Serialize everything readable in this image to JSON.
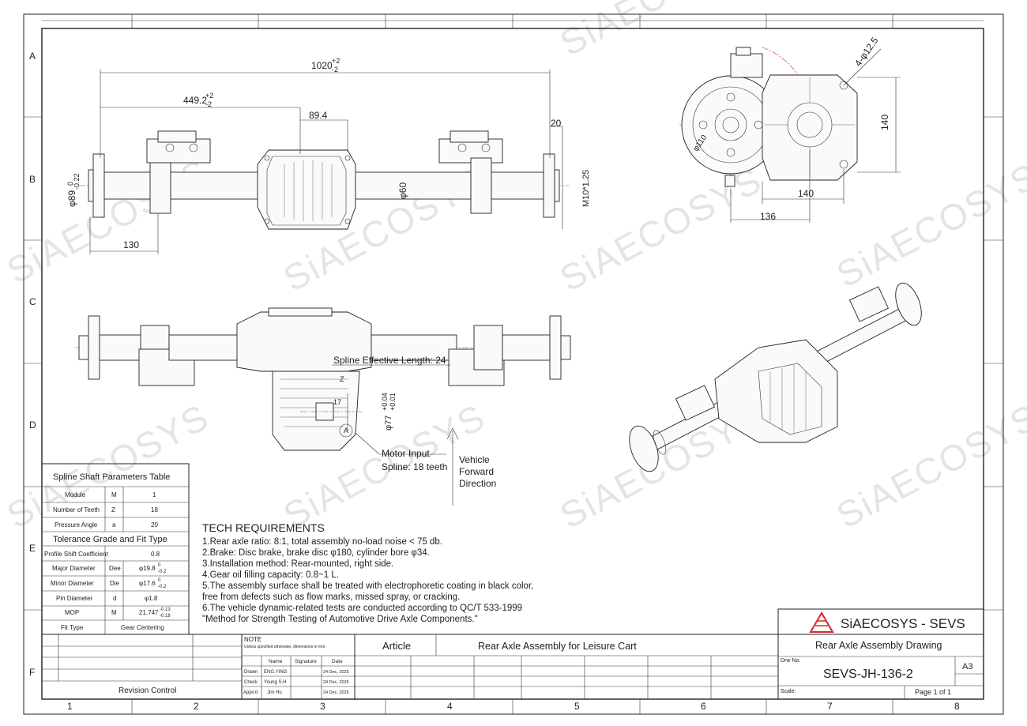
{
  "watermark": "SiAECOSYS",
  "grid": {
    "columns": [
      "1",
      "2",
      "3",
      "4",
      "5",
      "6",
      "7",
      "8"
    ],
    "rows": [
      "A",
      "B",
      "C",
      "D",
      "E",
      "F"
    ]
  },
  "front_view_dims": {
    "overall": "1020",
    "overall_tol_upper": "+2",
    "overall_tol_lower": "-2",
    "half": "449.2",
    "half_tol_upper": "+2",
    "half_tol_lower": "-2",
    "housing": "89.4",
    "flange": "20",
    "hub_dia": "φ89",
    "hub_tol_upper": "0",
    "hub_tol_lower": "-0.22",
    "tube_dia": "φ60",
    "thread": "M10*1.25",
    "hub_len": "130"
  },
  "side_view_dims": {
    "holes": "4-φ12.5",
    "height": "140",
    "width": "140",
    "offset": "136",
    "bore": "φ110"
  },
  "lower_view": {
    "spline_length": "Spline Effective Length: 24",
    "motor_dia": "φ77",
    "motor_tol_upper": "+0.04",
    "motor_tol_lower": "+0.01",
    "detail_label": "A",
    "motor_input_1": "Motor Input",
    "motor_input_2": "Spline: 18 teeth",
    "direction_1": "Vehicle",
    "direction_2": "Forward",
    "direction_3": "Direction",
    "z_label": "Z",
    "seventeen": "17"
  },
  "spline_table": {
    "title": "Spline Shaft Parameters Table",
    "rows": [
      {
        "name": "Module",
        "symbol": "M",
        "value": "1"
      },
      {
        "name": "Number of Teeth",
        "symbol": "Z",
        "value": "18"
      },
      {
        "name": "Pressure Angle",
        "symbol": "a",
        "value": "20"
      }
    ],
    "tolerance_title": "Tolerance Grade and Fit Type",
    "profile_shift": {
      "name": "Profile Shift Coefficient",
      "value": "0.8"
    },
    "rows2": [
      {
        "name": "Major Diameter",
        "symbol": "Dee",
        "value": "φ19.8",
        "tol_upper": "0",
        "tol_lower": "-0.2"
      },
      {
        "name": "Minor  Diameter",
        "symbol": "Die",
        "value": "φ17.6",
        "tol_upper": "0",
        "tol_lower": "-0.2"
      },
      {
        "name": "Pin Diameter",
        "symbol": "d",
        "value": "φ1.8",
        "tol_upper": "",
        "tol_lower": ""
      },
      {
        "name": "MOP",
        "symbol": "M",
        "value": "21.747",
        "tol_upper": "-0.13",
        "tol_lower": "-0.18"
      }
    ],
    "fit_type": {
      "name": "Fit Type",
      "value": "Gear Centering"
    }
  },
  "tech": {
    "title": "TECH REQUIREMENTS",
    "lines": [
      "1.Rear axle ratio: 8:1, total assembly no-load noise < 75 db.",
      "2.Brake: Disc brake, brake disc φ180, cylinder bore φ34.",
      "3.Installation method: Rear-mounted, right side.",
      "4.Gear oil filling capacity: 0.8~1 L.",
      "5.The assembly surface shall be treated with electrophoretic coating in black color,",
      "free from defects such as flow marks, missed spray, or cracking.",
      "6.The vehicle dynamic-related tests are conducted according to QC/T 533-1999",
      "\"Method for Strength Testing of Automotive Drive Axle Components.\""
    ]
  },
  "title_block": {
    "company": "SiAECOSYS - SEVS",
    "drawing_title": "Rear Axle Assembly Drawing",
    "article_label": "Article",
    "article": "Rear Axle Assembly for Leisure Cart",
    "drw_no_label": "Drw No.",
    "drw_no": "SEVS-JH-136-2",
    "size": "A3",
    "scale_label": "Scale:",
    "page": "Page 1 of 1",
    "note_title": "NOTE",
    "note_text": "Unless specified otherwise, dimensions in mm.",
    "revision_control": "Revision Control",
    "sign_headers": [
      "Name",
      "Signature",
      "Date"
    ],
    "sign_rows": [
      {
        "role": "Drawn",
        "name": "ENG.YING",
        "date": "24 Dec, 2025"
      },
      {
        "role": "Check",
        "name": "Young S.H",
        "date": "24 Dec, 2025"
      },
      {
        "role": "Appv'd",
        "name": "Jim Hu",
        "date": "24 Dec, 2025"
      }
    ]
  },
  "colors": {
    "line": "#222222",
    "center": "#dd2222",
    "watermark": "#cfcfcf",
    "logo": "#d62828"
  }
}
